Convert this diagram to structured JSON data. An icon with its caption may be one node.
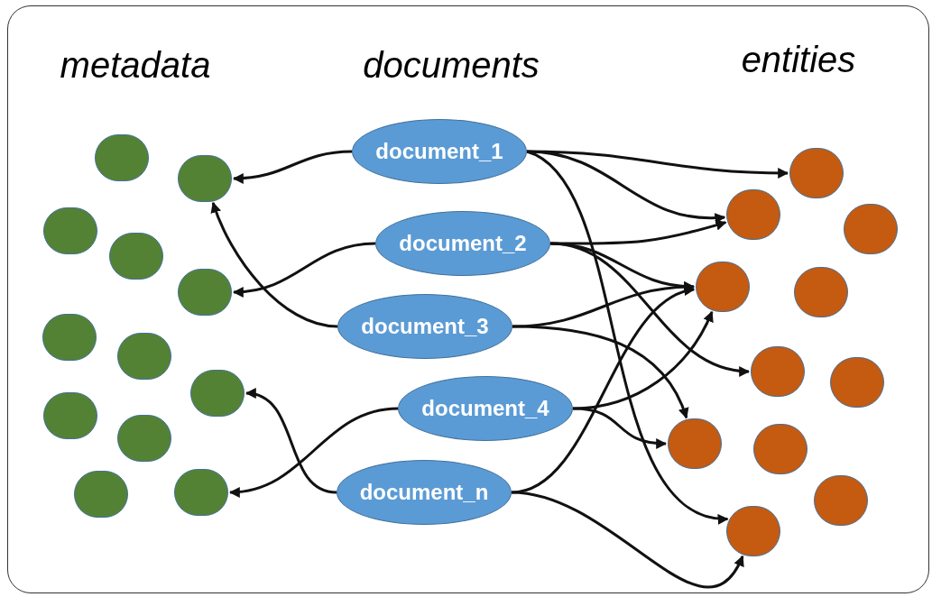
{
  "diagram": {
    "nodes": [
      {
        "text": [
          "document_1"
        ]
      },
      {
        "text": [
          "document_2"
        ]
      },
      {
        "text": [
          "document_3"
        ]
      },
      {
        "text": [
          "document_4"
        ]
      },
      {
        "text": [
          "document_n"
        ]
      },
      {
        "text": [],
        "shape": "circle"
      },
      {
        "text": [],
        "shape": "circle"
      },
      {
        "text": [],
        "shape": "circle"
      },
      {
        "text": [],
        "shape": "circle"
      },
      {
        "text": [],
        "shape": "circle"
      },
      {
        "text": [],
        "shape": "circle"
      },
      {
        "text": [],
        "shape": "circle"
      },
      {
        "text": [],
        "shape": "circle"
      },
      {
        "text": [],
        "shape": "circle"
      },
      {
        "text": [],
        "shape": "circle"
      },
      {
        "text": [],
        "shape": "circle"
      },
      {
        "text": [],
        "shape": "circle"
      },
      {
        "text": [],
        "shape": "circle"
      },
      {
        "text": [],
        "shape": "circle"
      },
      {
        "text": [],
        "shape": "circle"
      },
      {
        "text": [],
        "shape": "circle"
      },
      {
        "text": [],
        "shape": "circle"
      },
      {
        "text": [],
        "shape": "circle"
      },
      {
        "text": [],
        "shape": "circle"
      },
      {
        "text": [],
        "shape": "circle"
      },
      {
        "text": [],
        "shape": "circle"
      },
      {
        "text": [],
        "shape": "circle"
      },
      {
        "text": [],
        "shape": "circle"
      }
    ],
    "edges": [
      {
        "from": 0,
        "to": 6,
        "arrow": "to"
      },
      {
        "from": 0,
        "to": 17,
        "arrow": "to"
      },
      {
        "from": 0,
        "to": 18,
        "arrow": "to"
      },
      {
        "from": 0,
        "to": 27,
        "arrow": "to"
      },
      {
        "from": 1,
        "to": 9,
        "arrow": "to"
      },
      {
        "from": 1,
        "to": 18,
        "arrow": "to"
      },
      {
        "from": 1,
        "to": 20,
        "arrow": "to"
      },
      {
        "from": 1,
        "to": 22,
        "arrow": "to"
      },
      {
        "from": 2,
        "to": 6,
        "arrow": "to"
      },
      {
        "from": 2,
        "to": 20,
        "arrow": "to"
      },
      {
        "from": 2,
        "to": 24,
        "arrow": "to"
      },
      {
        "from": 3,
        "to": 20,
        "arrow": "to"
      },
      {
        "from": 3,
        "to": 24,
        "arrow": "to"
      },
      {
        "from": 3,
        "to": 15,
        "arrow": "to"
      },
      {
        "from": 4,
        "to": 12,
        "arrow": "to"
      },
      {
        "from": 4,
        "to": 20,
        "arrow": "to"
      },
      {
        "from": 4,
        "to": 27,
        "arrow": "to"
      }
    ],
    "labels": [
      "metadata",
      "documents",
      "entities"
    ]
  }
}
